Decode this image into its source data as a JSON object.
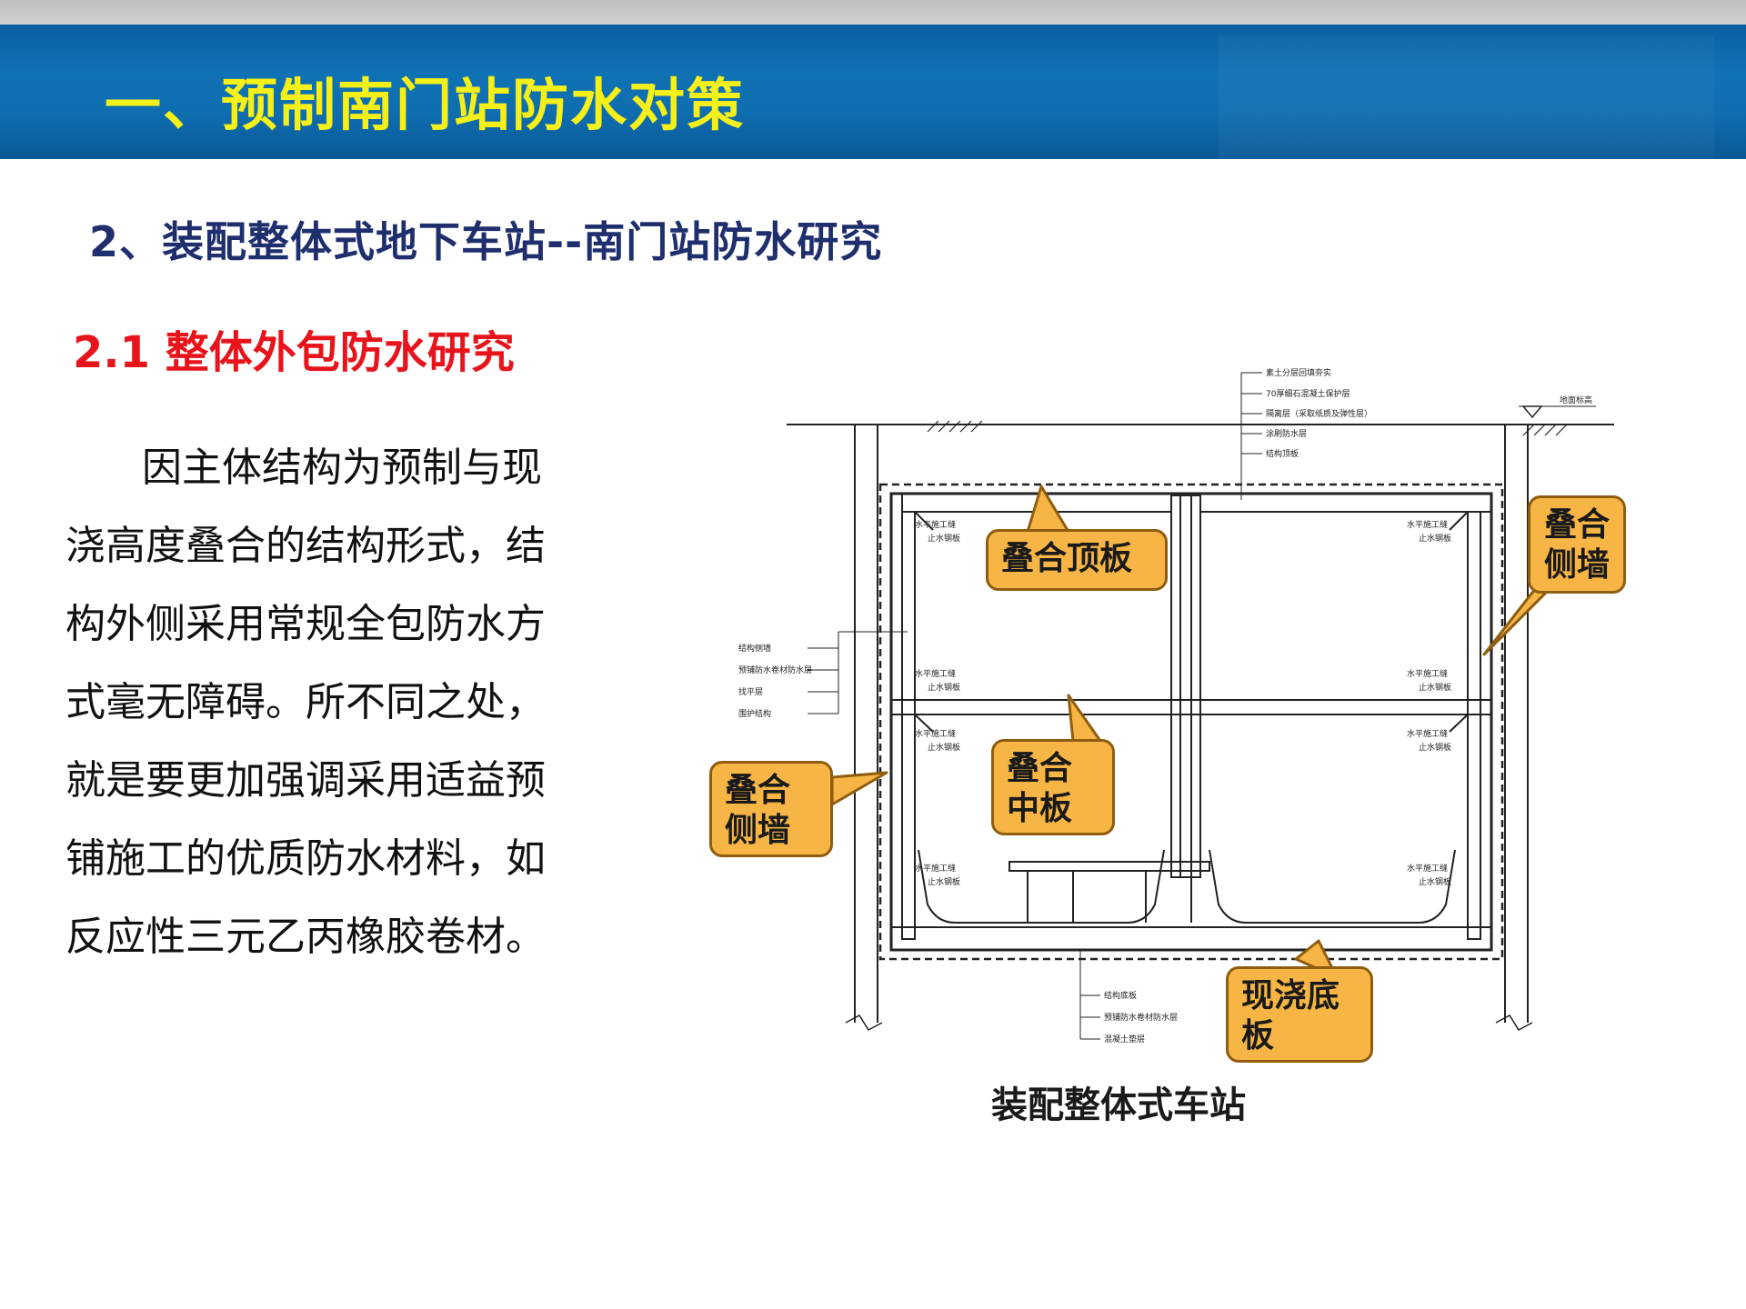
{
  "header": {
    "title": "一、预制南门站防水对策"
  },
  "subtitle": "2、装配整体式地下车站--南门站防水研究",
  "section": {
    "title": "2.1  整体外包防水研究"
  },
  "body": {
    "paragraph": "因主体结构为预制与现浇高度叠合的结构形式，结构外侧采用常规全包防水方式毫无障碍。所不同之处，就是要更加强调采用适益预铺施工的优质防水材料，如反应性三元乙丙橡胶卷材。"
  },
  "figure": {
    "caption": "装配整体式车站",
    "callouts": {
      "top_slab": "叠合顶板",
      "right_wall": "叠合侧墙",
      "left_wall": "叠合侧墙",
      "middle_slab": "叠合中板",
      "bottom_slab": "现浇底板"
    },
    "labels": {
      "top_layers": [
        "素土分层回填夯实",
        "70厚细石混凝土保护层",
        "隔离层（采取纸质及弹性层）",
        "涂刷防水层",
        "结构顶板"
      ],
      "ground": "地面标高",
      "side_layers": [
        "结构侧墙",
        "预铺防水卷材防水层",
        "找平层",
        "围护结构"
      ],
      "bottom_layers": [
        "结构底板",
        "预铺防水卷材防水层",
        "混凝土垫层"
      ],
      "joint_main": "水平施工缝",
      "joint_sub": "止水钢板"
    },
    "colors": {
      "callout_fill": "#f6b545",
      "callout_border": "#8f5d10"
    }
  }
}
